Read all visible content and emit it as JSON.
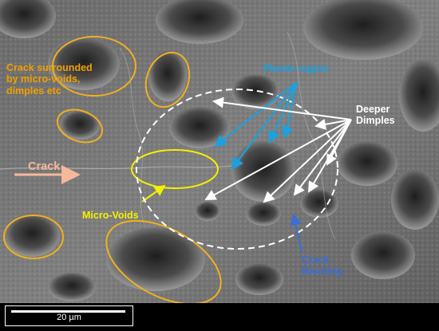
{
  "labels": {
    "crack_surrounded": [
      "Crack surrounded",
      "by micro-voids,",
      "dimples etc"
    ],
    "crack": "Crack",
    "micro_voids": "Micro-Voids",
    "plastic_region": "Plastic region",
    "deeper_dimples": [
      "Deeper",
      "Dimples"
    ],
    "crack_blunting": [
      "Crack",
      "Blunting"
    ]
  },
  "scale_bar": {
    "text": "20 µm"
  },
  "colors": {
    "ellipse": "#f0b020",
    "crack_label": "#f0a000",
    "crack_arrow": "#f4b89a",
    "micro_voids": "#f5f000",
    "plastic": "#1ca0e0",
    "deeper": "#ffffff",
    "blunting": "#3a6ed8",
    "circle": "#ffffff"
  }
}
